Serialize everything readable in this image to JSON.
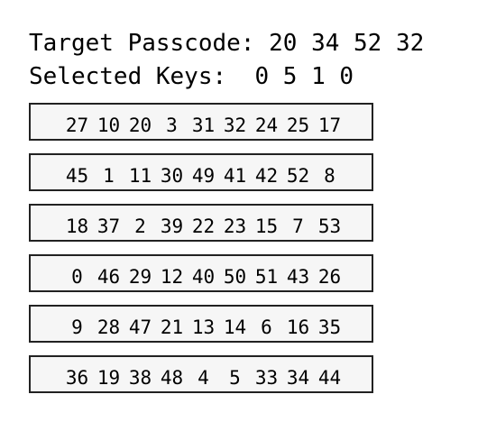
{
  "header": {
    "target_label": "Target Passcode:",
    "target_code": "20 34 52 32",
    "selected_label": "Selected Keys:",
    "selected_keys": "0 5 1 0"
  },
  "rows": [
    [
      "27",
      "10",
      "20",
      "3",
      "31",
      "32",
      "24",
      "25",
      "17"
    ],
    [
      "45",
      "1",
      "11",
      "30",
      "49",
      "41",
      "42",
      "52",
      "8"
    ],
    [
      "18",
      "37",
      "2",
      "39",
      "22",
      "23",
      "15",
      "7",
      "53"
    ],
    [
      "0",
      "46",
      "29",
      "12",
      "40",
      "50",
      "51",
      "43",
      "26"
    ],
    [
      "9",
      "28",
      "47",
      "21",
      "13",
      "14",
      "6",
      "16",
      "35"
    ],
    [
      "36",
      "19",
      "38",
      "48",
      "4",
      "5",
      "33",
      "34",
      "44"
    ]
  ]
}
